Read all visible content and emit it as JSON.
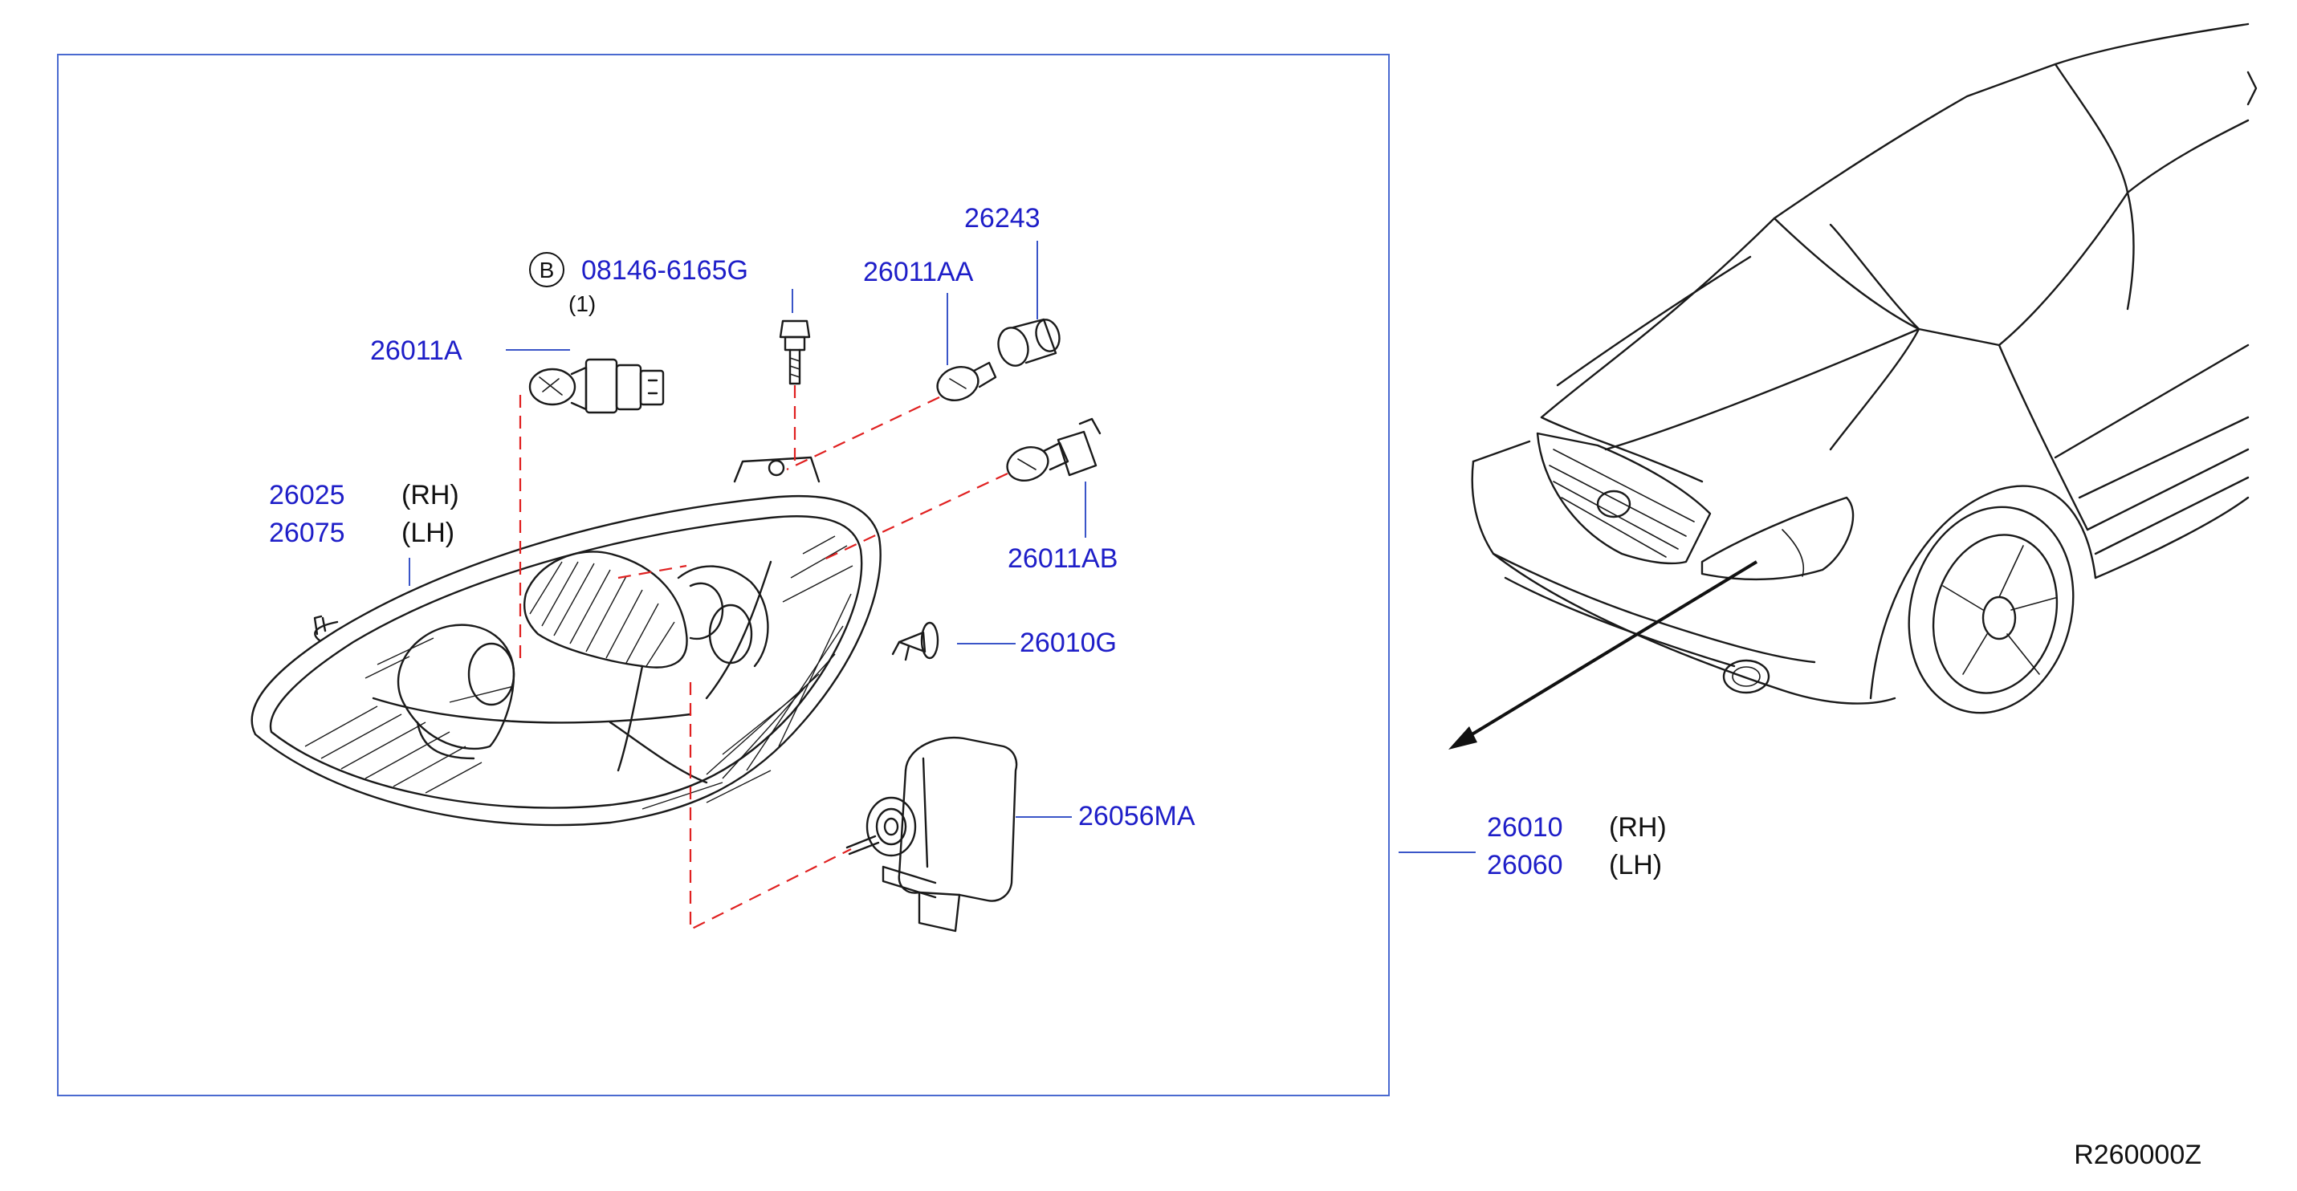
{
  "parts": {
    "bolt_code": "B",
    "bolt_number": "08146-6165G",
    "bolt_qty": "(1)",
    "bulb_headlamp": "26011A",
    "bulb_socket": "26243",
    "bulb_aa": "26011AA",
    "bulb_ab": "26011AB",
    "housing_rh": "26025",
    "housing_lh": "26075",
    "clip": "26010G",
    "actuator": "26056MA",
    "assembly_rh": "26010",
    "assembly_lh": "26060"
  },
  "side_labels": {
    "rh": "(RH)",
    "lh": "(LH)"
  },
  "diagram_code": "R260000Z",
  "colors": {
    "part_number": "#1e1ec8",
    "leader_line": "#3a55c8",
    "frame": "#4a6ad0",
    "dashed_guide": "#e02020",
    "ink": "#1a1a1a"
  }
}
